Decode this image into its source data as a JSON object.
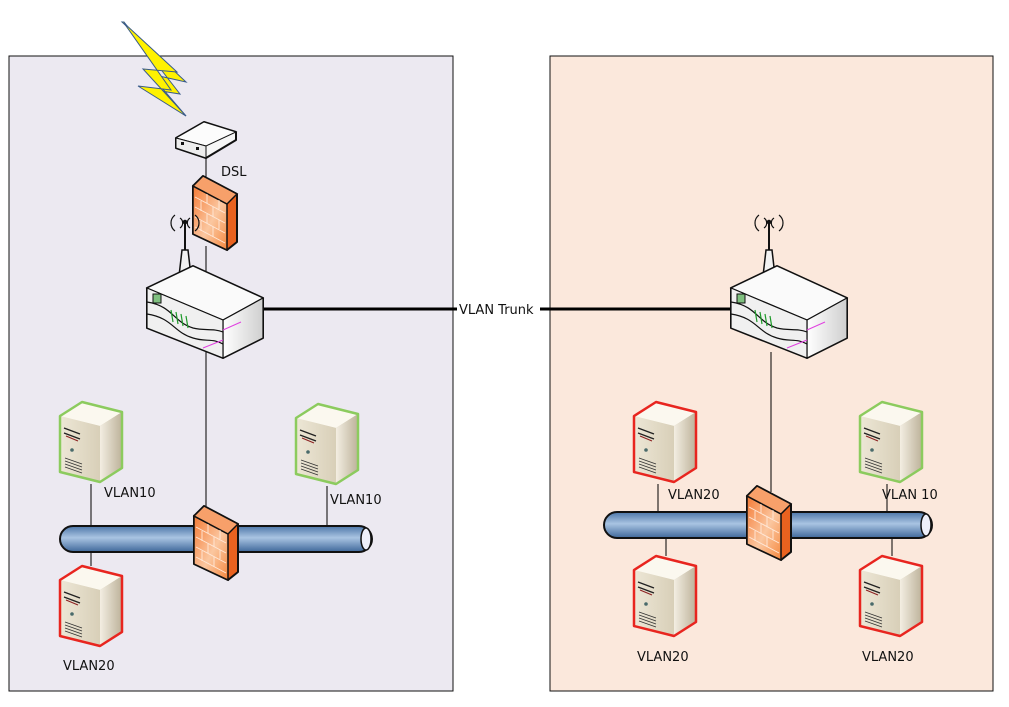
{
  "diagram": {
    "zones": [
      {
        "id": "site-a",
        "fill": "#ECE9F1"
      },
      {
        "id": "site-b",
        "fill": "#FBE8DC"
      }
    ],
    "link_label": "VLAN Trunk",
    "site_a": {
      "modem_label": "DSL",
      "servers": [
        {
          "label": "VLAN10",
          "vlan": "VLAN10",
          "border": "#8CCB5E"
        },
        {
          "label": "VLAN10",
          "vlan": "VLAN10",
          "border": "#8CCB5E"
        },
        {
          "label": "VLAN20",
          "vlan": "VLAN20",
          "border": "#E8251F"
        }
      ]
    },
    "site_b": {
      "servers": [
        {
          "label": "VLAN20",
          "vlan": "VLAN20",
          "border": "#E8251F"
        },
        {
          "label": "VLAN 10",
          "vlan": "VLAN10",
          "border": "#8CCB5E"
        },
        {
          "label": "VLAN20",
          "vlan": "VLAN20",
          "border": "#E8251F"
        },
        {
          "label": "VLAN20",
          "vlan": "VLAN20",
          "border": "#E8251F"
        }
      ]
    },
    "colors": {
      "vlan10": "#8CCB5E",
      "vlan20": "#E8251F",
      "firewall": "#F58A4B",
      "bus": "#6F98C6",
      "lightning": "#FFF200"
    }
  }
}
